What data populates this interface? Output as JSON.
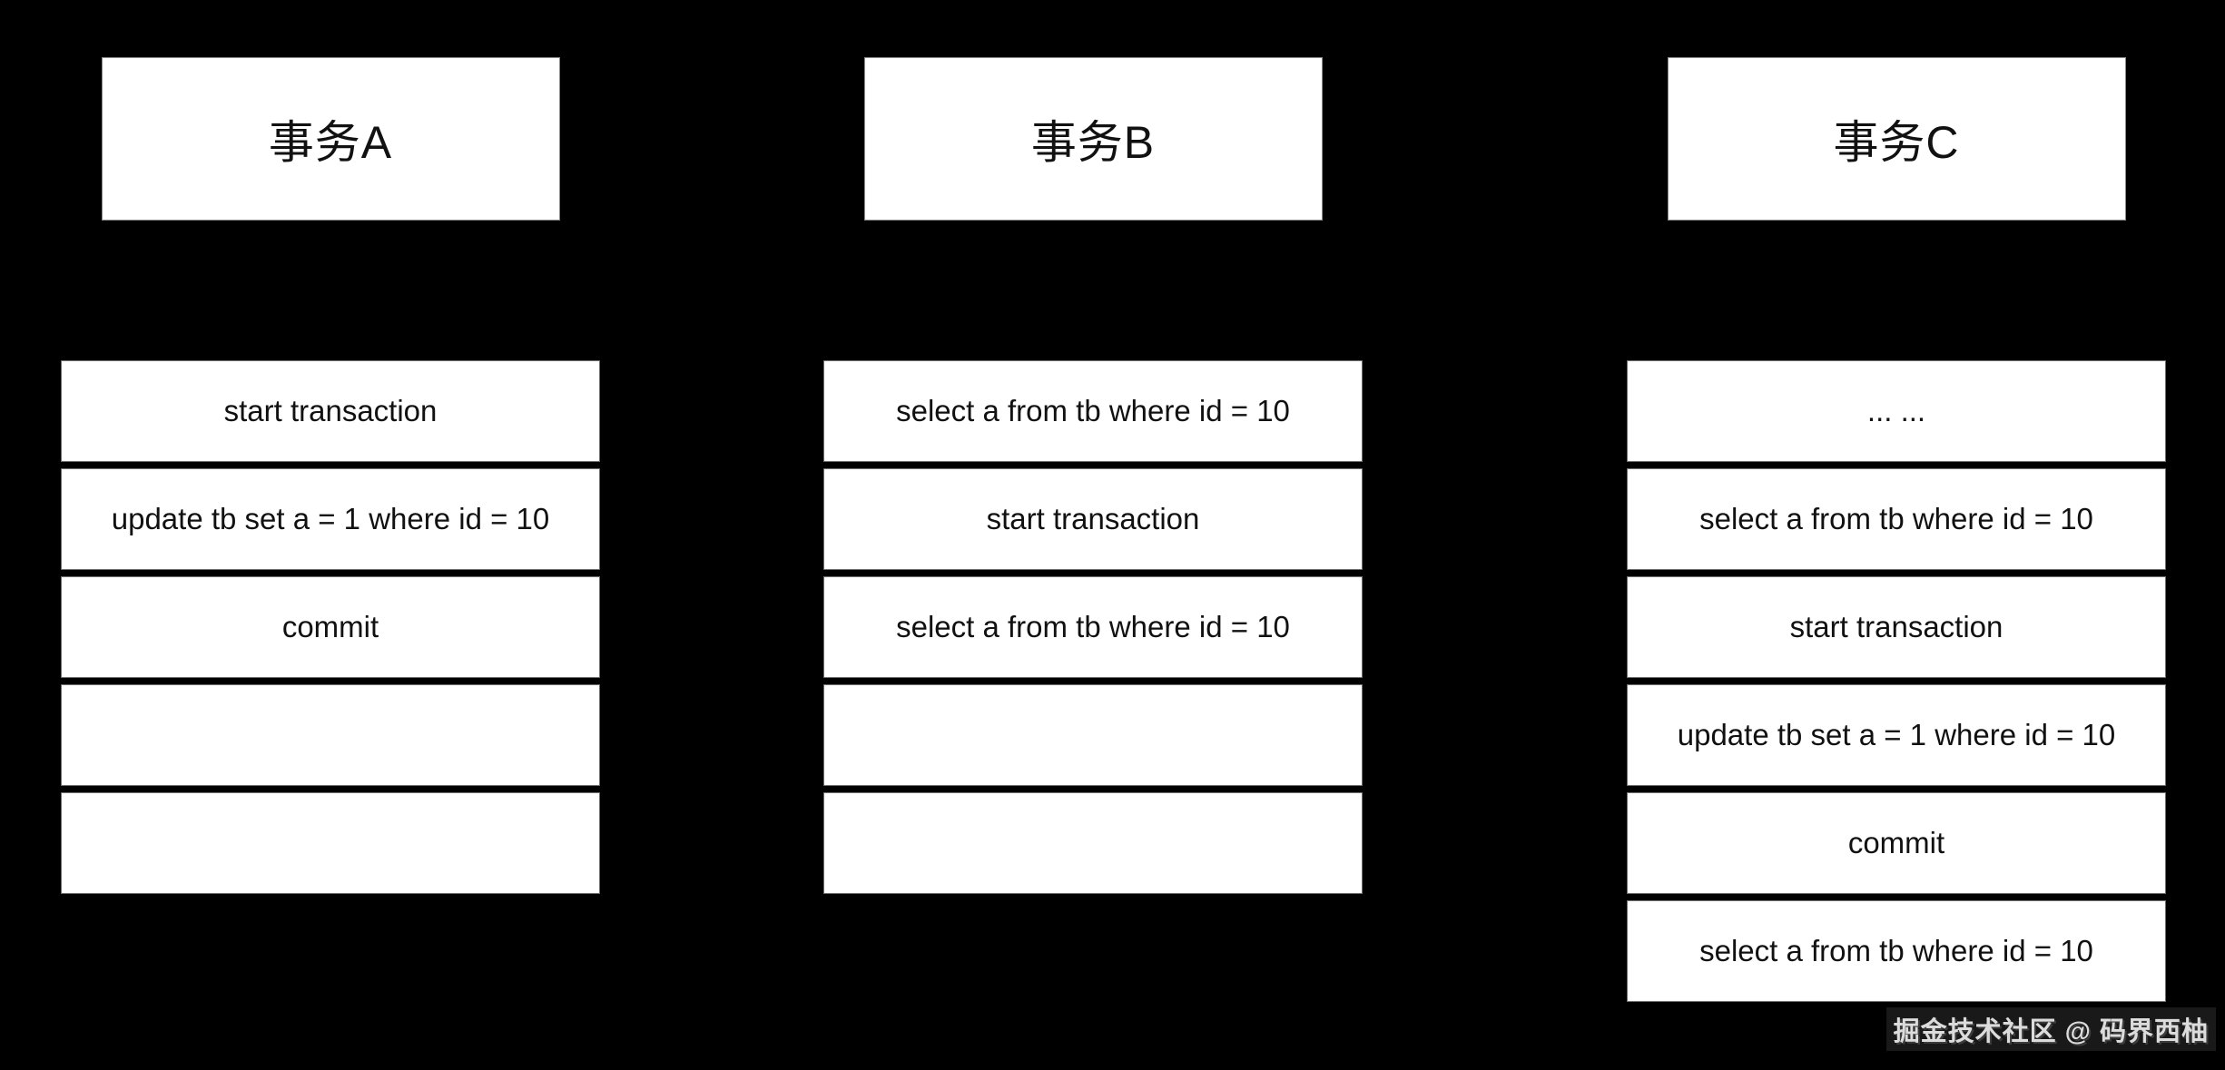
{
  "page": {
    "watermark": "掘金技术社区 @ 码界西柚"
  },
  "colors": {
    "canvas_bg": "#000000",
    "box_fill": "#ffffff",
    "row_border": "#6e6e6e",
    "header_border": "#8a8a8a",
    "text": "#111111",
    "watermark_text": "#dcdcdc"
  },
  "columns": [
    {
      "title": "事务A",
      "rows": [
        "start transaction",
        "update tb set a = 1 where id = 10",
        "commit",
        "",
        ""
      ]
    },
    {
      "title": "事务B",
      "rows": [
        "select a from tb where id = 10",
        "start transaction",
        "select a from tb where id = 10",
        "",
        ""
      ]
    },
    {
      "title": "事务C",
      "rows": [
        "... ...",
        "select a from tb where id = 10",
        "start transaction",
        "update tb set a = 1 where id = 10",
        "commit",
        "select a from tb where id = 10"
      ]
    }
  ]
}
